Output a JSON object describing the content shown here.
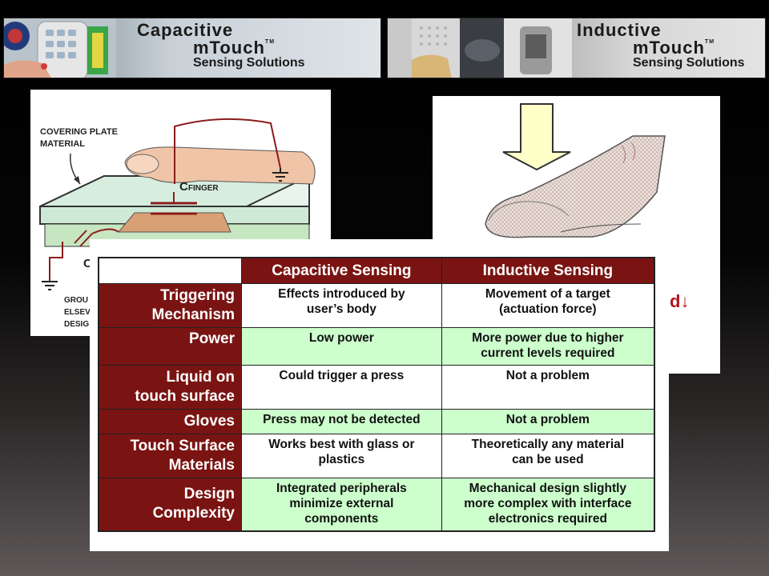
{
  "banners": {
    "capacitive": {
      "line1": "Capacitive",
      "line2": "mTouch",
      "tm": "TM",
      "line3": "Sensing Solutions"
    },
    "inductive": {
      "line1": "Inductive",
      "line2": "mTouch",
      "tm": "TM",
      "line3": "Sensing Solutions"
    }
  },
  "left_diagram": {
    "covering_plate": [
      "COVERING PLATE",
      "MATERIAL"
    ],
    "c_finger": "C",
    "c_finger_sub": "FINGER",
    "c_partial": "C",
    "ground_partial": [
      "GROU",
      "ELSEV",
      "DESIG"
    ]
  },
  "right_diagram": {
    "d_label": "d↓"
  },
  "table": {
    "headers": [
      "Capacitive Sensing",
      "Inductive Sensing"
    ],
    "rows": [
      {
        "label": [
          "Triggering",
          "Mechanism"
        ],
        "cap": [
          "Effects introduced by",
          "user’s body"
        ],
        "ind": [
          "Movement of a target",
          "(actuation force)"
        ]
      },
      {
        "label": [
          "Power"
        ],
        "cap": [
          "Low power"
        ],
        "ind": [
          "More power due to higher",
          "current levels required"
        ]
      },
      {
        "label": [
          "Liquid on",
          "touch surface"
        ],
        "cap": [
          "Could trigger a press"
        ],
        "ind": [
          "Not a problem"
        ]
      },
      {
        "label": [
          "Gloves"
        ],
        "cap": [
          "Press may not be detected"
        ],
        "ind": [
          "Not a problem"
        ]
      },
      {
        "label": [
          "Touch Surface",
          "Materials"
        ],
        "cap": [
          "Works best with glass or",
          "plastics"
        ],
        "ind": [
          "Theoretically any material",
          "can be used"
        ]
      },
      {
        "label": [
          "Design",
          "Complexity"
        ],
        "cap": [
          "Integrated peripherals",
          "minimize external",
          "components"
        ],
        "ind": [
          "Mechanical design slightly",
          "more complex with interface",
          "electronics required"
        ]
      }
    ]
  },
  "colors": {
    "header_bg": "#7a1412",
    "green_cell": "#ccffcc",
    "d_label": "#b0181e"
  }
}
